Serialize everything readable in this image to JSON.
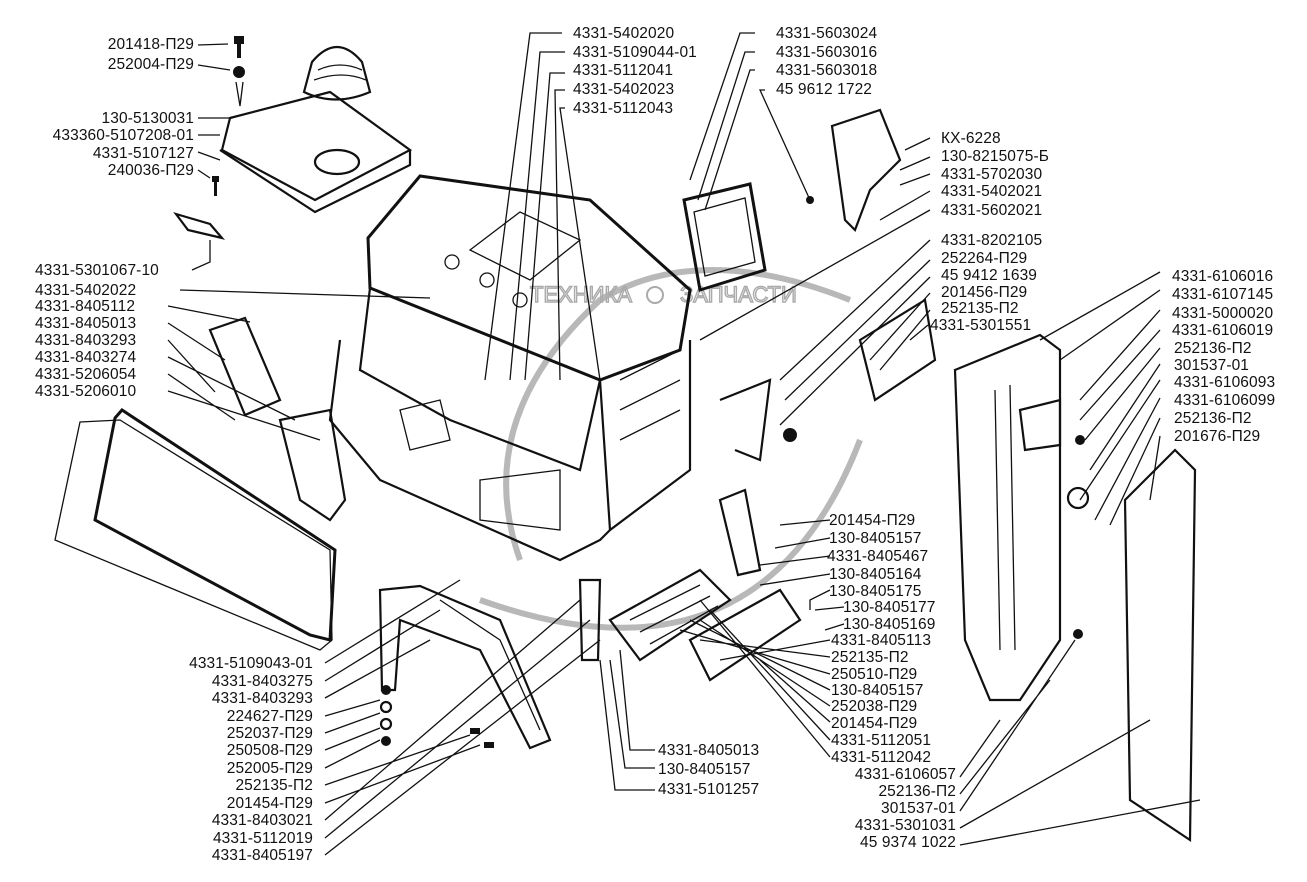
{
  "watermark": {
    "left": "ТЕХНИКА",
    "right": "ЗАПЧАСТИ",
    "logo_icon": "gear-icon"
  },
  "labels": {
    "top_left": [
      "201418-П29",
      "252004-П29",
      "130-5130031",
      "433360-5107208-01",
      "4331-5107127",
      "240036-П29"
    ],
    "left_mid": [
      "4331-5301067-10",
      "4331-5402022",
      "4331-8405112",
      "4331-8405013",
      "4331-8403293",
      "4331-8403274",
      "4331-5206054",
      "4331-5206010"
    ],
    "top_center": [
      "4331-5402020",
      "4331-5109044-01",
      "4331-5112041",
      "4331-5402023",
      "4331-5112043"
    ],
    "top_right_a": [
      "4331-5603024",
      "4331-5603016",
      "4331-5603018",
      "45 9612 1722"
    ],
    "right_upper": [
      "КХ-6228",
      "130-8215075-Б",
      "4331-5702030",
      "4331-5402021",
      "4331-5602021"
    ],
    "right_mid": [
      "4331-8202105",
      "252264-П29",
      "45 9412 1639",
      "201456-П29",
      "252135-П2",
      "4331-5301551"
    ],
    "far_right": [
      "4331-6106016",
      "4331-6107145",
      "4331-5000020",
      "4331-6106019",
      "252136-П2",
      "301537-01",
      "4331-6106093",
      "4331-6106099",
      "252136-П2",
      "201676-П29"
    ],
    "step_right": [
      "201454-П29",
      "130-8405157",
      "4331-8405467",
      "130-8405164",
      "130-8405175",
      "130-8405177",
      "130-8405169",
      "4331-8405113",
      "252135-П2",
      "250510-П29",
      "130-8405157",
      "252038-П29",
      "201454-П29",
      "4331-5112051",
      "4331-5112042"
    ],
    "bottom_right": [
      "4331-6106057",
      "252136-П2",
      "301537-01",
      "4331-5301031",
      "45 9374 1022"
    ],
    "bottom_center": [
      "4331-8405013",
      "130-8405157",
      "4331-5101257"
    ],
    "bottom_left": [
      "4331-5109043-01",
      "4331-8403275",
      "4331-8403293",
      "224627-П29",
      "252037-П29",
      "250508-П29",
      "252005-П29",
      "252135-П2",
      "201454-П29",
      "4331-8403021",
      "4331-5112019",
      "4331-8405197"
    ]
  }
}
